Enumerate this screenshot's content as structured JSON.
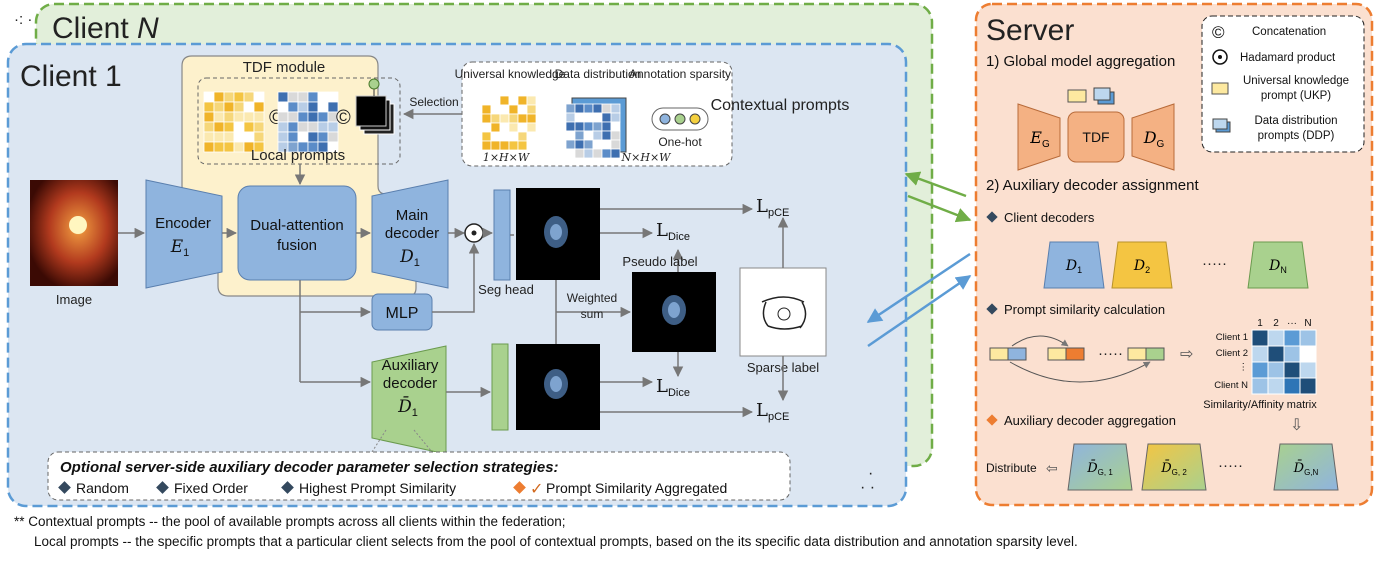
{
  "client_n": {
    "label": "Client",
    "var": "N"
  },
  "client1": {
    "label": "Client 1"
  },
  "tdf": {
    "title": "TDF module",
    "local_prompts": "Local prompts"
  },
  "contextual": {
    "title": "Contextual prompts",
    "selection": "Selection",
    "universal": "Universal knowledge",
    "data_dist": "Data distribution",
    "annotation": "Annotation sparsity",
    "onehot": "One-hot",
    "dim1": "1×H×W",
    "dimN": "N×H×W"
  },
  "pipeline": {
    "image": "Image",
    "encoder": "Encoder",
    "encoder_var": "E",
    "encoder_sub": "1",
    "fusion": "Dual-attention fusion",
    "main_decoder": "Main decoder",
    "d1": "D",
    "d1_sub": "1",
    "mlp": "MLP",
    "seg_head": "Seg head",
    "aux_decoder": "Auxiliary decoder",
    "aux_var": "D̄",
    "aux_sub": "1",
    "weighted_sum": "Weighted sum",
    "pseudo_label": "Pseudo label",
    "sparse_label": "Sparse label",
    "loss_pce": "L",
    "loss_pce_sub": "pCE",
    "loss_dice": "L",
    "loss_dice_sub": "Dice"
  },
  "strategies": {
    "title": "Optional server-side auxiliary decoder parameter selection strategies:",
    "items": [
      "Random",
      "Fixed Order",
      "Highest Prompt Similarity",
      "Prompt Similarity Aggregated"
    ]
  },
  "server": {
    "title": "Server",
    "step1": "1) Global model aggregation",
    "eg": "E",
    "eg_sub": "G",
    "tdf": "TDF",
    "dg": "D",
    "dg_sub": "G",
    "step2": "2) Auxiliary decoder assignment",
    "client_decoders": "Client decoders",
    "dec1": "D",
    "dec1_sub": "1",
    "dec2": "D",
    "dec2_sub": "2",
    "decN": "D",
    "decN_sub": "N",
    "dots": "·····",
    "prompt_sim": "Prompt similarity calculation",
    "matrix_cols": [
      "1",
      "2",
      "···",
      "N"
    ],
    "matrix_rows": [
      "Client 1",
      "Client 2",
      "⋮",
      "Client N"
    ],
    "matrix_caption": "Similarity/Affinity matrix",
    "aux_agg": "Auxiliary decoder aggregation",
    "distribute": "Distribute",
    "g1": "D̄",
    "g1_sub": "G, 1",
    "g2": "D̄",
    "g2_sub": "G, 2",
    "gN": "D̄",
    "gN_sub": "G,N"
  },
  "legend": {
    "concat": "Concatenation",
    "hadamard": "Hadamard product",
    "ukp": "Universal knowledge prompt (UKP)",
    "ddp": "Data distribution prompts (DDP)"
  },
  "footnote": {
    "line1": "** Contextual prompts -- the pool of available prompts across all clients within the federation;",
    "line2": "Local prompts --  the specific prompts that a particular client selects from the pool of contextual prompts, based on the its specific data distribution and annotation sparsity level."
  },
  "colors": {
    "client1_bg": "#dce6f2",
    "client1_border": "#5b9bd5",
    "clientn_bg": "#e2efda",
    "clientn_border": "#70ad47",
    "server_bg": "#fbe0d0",
    "server_border": "#ed7d31",
    "blue_block": "#8fb4de",
    "green_block": "#a9d18e",
    "orange_block": "#f4b183",
    "tdf_bg": "#fdf1cc"
  }
}
